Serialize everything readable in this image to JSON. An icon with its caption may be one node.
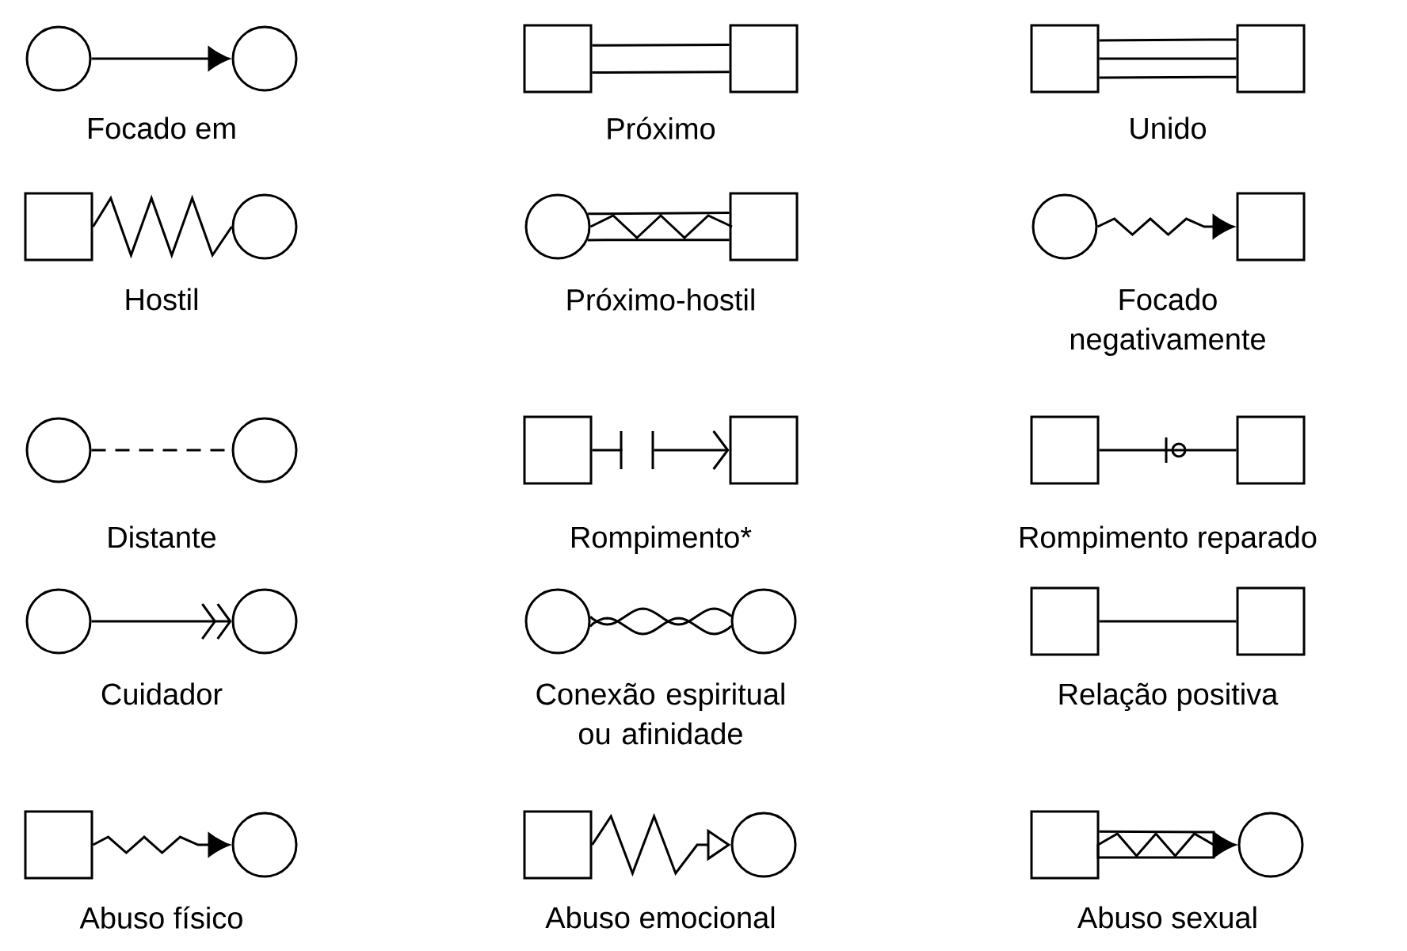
{
  "diagram": {
    "nodes": [
      {
        "text": [],
        "shape": "circle"
      },
      {
        "text": [],
        "shape": "circle"
      },
      {
        "text": [],
        "shape": "box"
      },
      {
        "text": [],
        "shape": "box"
      },
      {
        "text": [],
        "shape": "box"
      },
      {
        "text": [],
        "shape": "box"
      },
      {
        "text": [],
        "shape": "box"
      },
      {
        "text": [],
        "shape": "circle"
      },
      {
        "text": [],
        "shape": "circle"
      },
      {
        "text": [],
        "shape": "box"
      },
      {
        "text": [],
        "shape": "circle"
      },
      {
        "text": [],
        "shape": "box"
      },
      {
        "text": [],
        "shape": "circle"
      },
      {
        "text": [],
        "shape": "circle"
      },
      {
        "text": [],
        "shape": "box"
      },
      {
        "text": [],
        "shape": "box"
      },
      {
        "text": [],
        "shape": "box"
      },
      {
        "text": [],
        "shape": "box"
      },
      {
        "text": [],
        "shape": "circle"
      },
      {
        "text": [],
        "shape": "circle"
      },
      {
        "text": [],
        "shape": "circle"
      },
      {
        "text": [],
        "shape": "circle"
      },
      {
        "text": [],
        "shape": "box"
      },
      {
        "text": [],
        "shape": "box"
      },
      {
        "text": [],
        "shape": "box"
      },
      {
        "text": [],
        "shape": "circle"
      },
      {
        "text": [],
        "shape": "box"
      },
      {
        "text": [],
        "shape": "circle"
      },
      {
        "text": [],
        "shape": "box"
      },
      {
        "text": [],
        "shape": "circle"
      }
    ],
    "edges": [
      {
        "from": 0,
        "to": 1,
        "arrow": "to"
      },
      {
        "from": 2,
        "to": 3,
        "arrow": "none"
      },
      {
        "from": 4,
        "to": 5,
        "arrow": "none"
      },
      {
        "from": 6,
        "to": 7,
        "arrow": "none"
      },
      {
        "from": 8,
        "to": 9,
        "arrow": "none"
      },
      {
        "from": 10,
        "to": 11,
        "arrow": "to"
      },
      {
        "from": 12,
        "to": 13,
        "arrow": "none",
        "style": "dashed"
      },
      {
        "from": 14,
        "to": 15,
        "arrow": "to",
        "style": "dashed"
      },
      {
        "from": 16,
        "to": 17,
        "arrow": "none"
      },
      {
        "from": 18,
        "to": 19,
        "arrow": "to"
      },
      {
        "from": 20,
        "to": 21,
        "arrow": "none"
      },
      {
        "from": 22,
        "to": 23,
        "arrow": "none"
      },
      {
        "from": 24,
        "to": 25,
        "arrow": "to"
      },
      {
        "from": 26,
        "to": 27,
        "arrow": "to"
      },
      {
        "from": 28,
        "to": 29,
        "arrow": "to"
      }
    ],
    "labels": [
      "Focado em",
      "Próximo",
      "Unido",
      "Hostil",
      "Próximo-hostil",
      "Focado negativamente",
      "Distante",
      "Rompimento*",
      "Rompimento reparado",
      "Cuidador",
      "Conexão espiritual ou afinidade",
      "Relação positiva",
      "Abuso físico",
      "Abuso emocional",
      "Abuso sexual"
    ]
  }
}
